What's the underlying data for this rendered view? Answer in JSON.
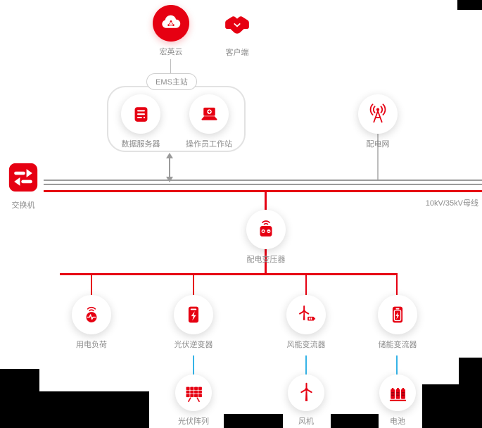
{
  "colors": {
    "accent_red": "#e60012",
    "bus_gray": "#9b9b9b",
    "link_blue": "#35b3e7",
    "label_gray": "#8c8c8c",
    "background": "#ffffff"
  },
  "diagram": {
    "cloud": {
      "label": "宏英云",
      "icon": "cloud-icon"
    },
    "client": {
      "label": "客户端",
      "icon": "handshake-icon"
    },
    "ems": {
      "title": "EMS主站"
    },
    "data_server": {
      "label": "数据服务器",
      "icon": "server-icon"
    },
    "operator_workstation": {
      "label": "操作员工作站",
      "icon": "laptop-icon"
    },
    "distribution_grid": {
      "label": "配电网",
      "icon": "antenna-icon"
    },
    "switch": {
      "label": "交换机",
      "icon": "network-switch-icon"
    },
    "bus": {
      "label": "10kV/35kV母线"
    },
    "transformer": {
      "label": "配电变压器",
      "icon": "transformer-icon"
    },
    "load": {
      "label": "用电负荷",
      "icon": "load-monitor-icon"
    },
    "pv_inverter": {
      "label": "光伏逆变器",
      "icon": "inverter-icon"
    },
    "wind_converter": {
      "label": "风能变流器",
      "icon": "wind-converter-icon"
    },
    "storage_converter": {
      "label": "储能变流器",
      "icon": "storage-converter-icon"
    },
    "pv_array": {
      "label": "光伏阵列",
      "icon": "solar-panel-icon"
    },
    "wind_turbine": {
      "label": "风机",
      "icon": "wind-turbine-icon"
    },
    "battery": {
      "label": "电池",
      "icon": "battery-icon"
    }
  }
}
